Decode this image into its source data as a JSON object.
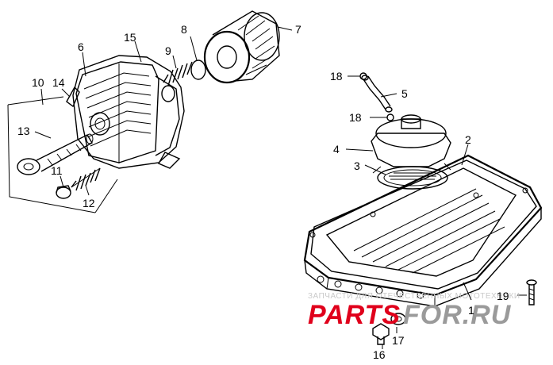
{
  "diagram": {
    "callouts": [
      {
        "id": "1",
        "text": "1"
      },
      {
        "id": "2",
        "text": "2"
      },
      {
        "id": "3",
        "text": "3"
      },
      {
        "id": "4",
        "text": "4"
      },
      {
        "id": "5",
        "text": "5"
      },
      {
        "id": "6",
        "text": "6"
      },
      {
        "id": "7",
        "text": "7"
      },
      {
        "id": "8",
        "text": "8"
      },
      {
        "id": "9",
        "text": "9"
      },
      {
        "id": "10",
        "text": "10"
      },
      {
        "id": "11",
        "text": "11"
      },
      {
        "id": "12",
        "text": "12"
      },
      {
        "id": "13",
        "text": "13"
      },
      {
        "id": "14",
        "text": "14"
      },
      {
        "id": "15",
        "text": "15"
      },
      {
        "id": "16",
        "text": "16"
      },
      {
        "id": "17",
        "text": "17"
      },
      {
        "id": "18a",
        "text": "18"
      },
      {
        "id": "18b",
        "text": "18"
      },
      {
        "id": "19",
        "text": "19"
      }
    ]
  },
  "watermark": {
    "subtitle": "ЗАПЧАСТИ ДЛЯ ОТЕЧЕСТВЕННЫХ МОТОТЕХНИКИ",
    "logo_left": "PARTS",
    "logo_right": "FOR.RU",
    "color_left": "#e0001b",
    "color_right": "#9a9a9a"
  }
}
